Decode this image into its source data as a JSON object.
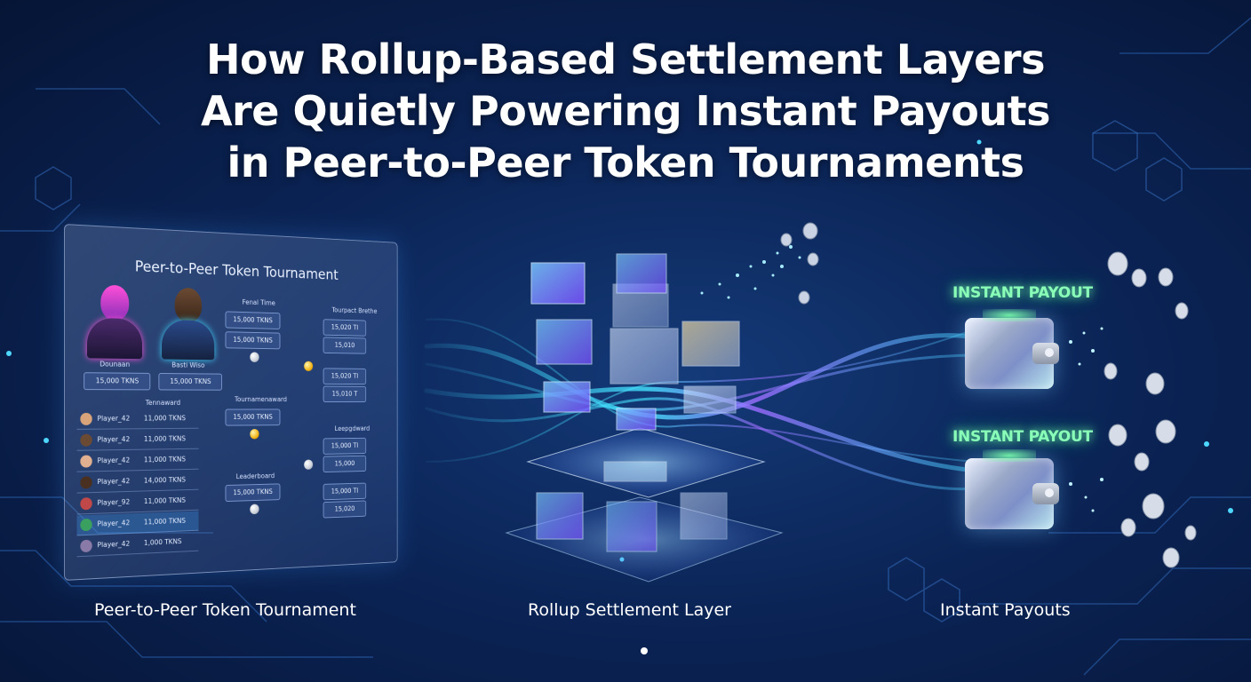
{
  "title": {
    "line1": "How Rollup-Based Settlement Layers",
    "line2": "Are Quietly Powering Instant Payouts",
    "line3": "in Peer-to-Peer Token Tournaments"
  },
  "tournament_panel": {
    "heading": "Peer-to-Peer Token Tournament",
    "players": [
      {
        "name": "Dounaan",
        "tokens": "15,000 TKNS"
      },
      {
        "name": "Basti Wiso",
        "tokens": "15,000 TKNS"
      }
    ],
    "final_label": "Fenal Time",
    "final_boxes": [
      "15,000 TKNS",
      "15,000 TKNS"
    ],
    "tournament_label": "Tournamenaward",
    "tournament_box": "15,000 TKNS",
    "leaderboard_label": "Leaderboard",
    "leaderboard_box": "15,000 TKNS",
    "round_label": "Tourpact Brethe",
    "round_boxes": [
      "15,020 TI",
      "15,010",
      "15,020 TI",
      "15,010 T"
    ],
    "lower_round_label": "Leepgdward",
    "lower_round_boxes": [
      "15,000 TI",
      "15,000",
      "15,000 TI",
      "15,020"
    ],
    "ranking_header": "Tennaward",
    "ranking_rows": [
      {
        "name": "Player_42",
        "value": "11,000 TKNS"
      },
      {
        "name": "Player_42",
        "value": "11,000 TKNS"
      },
      {
        "name": "Player_42",
        "value": "11,000 TKNS"
      },
      {
        "name": "Player_42",
        "value": "14,000 TKNS"
      },
      {
        "name": "Player_92",
        "value": "11,000 TKNS"
      },
      {
        "name": "Player_42",
        "value": "11,000 TKNS"
      },
      {
        "name": "Player_42",
        "value": "1,000 TKNS"
      }
    ]
  },
  "payouts": {
    "top_label": "INSTANT PAYOUT",
    "bottom_label": "INSTANT PAYOUT"
  },
  "captions": {
    "left": "Peer-to-Peer Token Tournament",
    "center": "Rollup Settlement Layer",
    "right": "Instant Payouts"
  },
  "colors": {
    "background": "#0b2456",
    "accent_cyan": "#3fd7ff",
    "accent_purple": "#9b6bff",
    "payout_green": "#8affb8"
  }
}
